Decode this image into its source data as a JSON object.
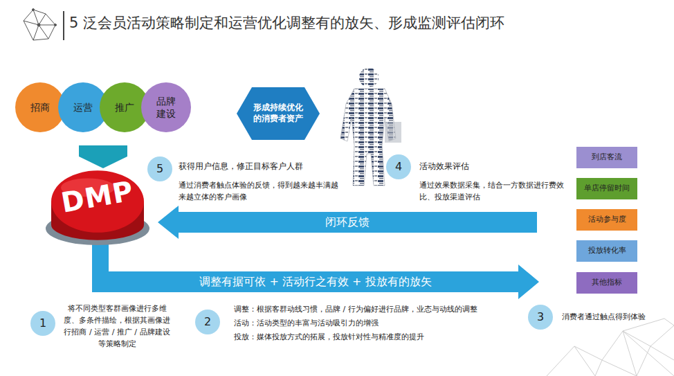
{
  "diagram": {
    "title": "5 泛会员活动策略制定和运营优化调整有的放矢、形成监测评估闭环",
    "nodes": [
      {
        "text": [
          "招商"
        ]
      },
      {
        "text": [
          "运营"
        ]
      },
      {
        "text": [
          "推广"
        ]
      },
      {
        "text": [
          "品牌建设"
        ]
      },
      {
        "text": [
          "形成持续优化的消费者资产"
        ]
      },
      {
        "text": [
          "DMP"
        ]
      },
      {
        "text": [
          "5"
        ]
      },
      {
        "text": [
          "4"
        ]
      },
      {
        "text": [
          "到店客流"
        ]
      },
      {
        "text": [
          "单店停留时间"
        ]
      },
      {
        "text": [
          "活动参与度"
        ]
      },
      {
        "text": [
          "投放转化率"
        ]
      },
      {
        "text": [
          "其他指标"
        ]
      },
      {
        "text": [
          "闭环反馈"
        ]
      },
      {
        "text": [
          "调整有据可依 + 活动行之有效 + 投放有的放矢"
        ]
      },
      {
        "text": [
          "1"
        ]
      },
      {
        "text": [
          "2"
        ]
      },
      {
        "text": [
          "3"
        ]
      }
    ],
    "labels": [
      "获得用户信息，修正目标客户人群",
      "通过消费者触点体验的反馈，得到越来越丰满越来越立体的客户画像",
      "活动效果评估",
      "通过效果数据采集，结合一方数据进行费效比、投放渠道评估",
      "将不同类型客群画像进行多维度、多条件描绘，根据其画像进行招商 / 运营 / 推广 / 品牌建设等策略制定",
      "调整：根据客群动线习惯，品牌 / 行为偏好进行品牌，业态与动线的调整",
      "活动：活动类型的丰富与活动吸引力的增强",
      "投放：媒体投放方式的拓展，投放针对性与精准度的提升",
      "消费者通过触点得到体验"
    ]
  }
}
